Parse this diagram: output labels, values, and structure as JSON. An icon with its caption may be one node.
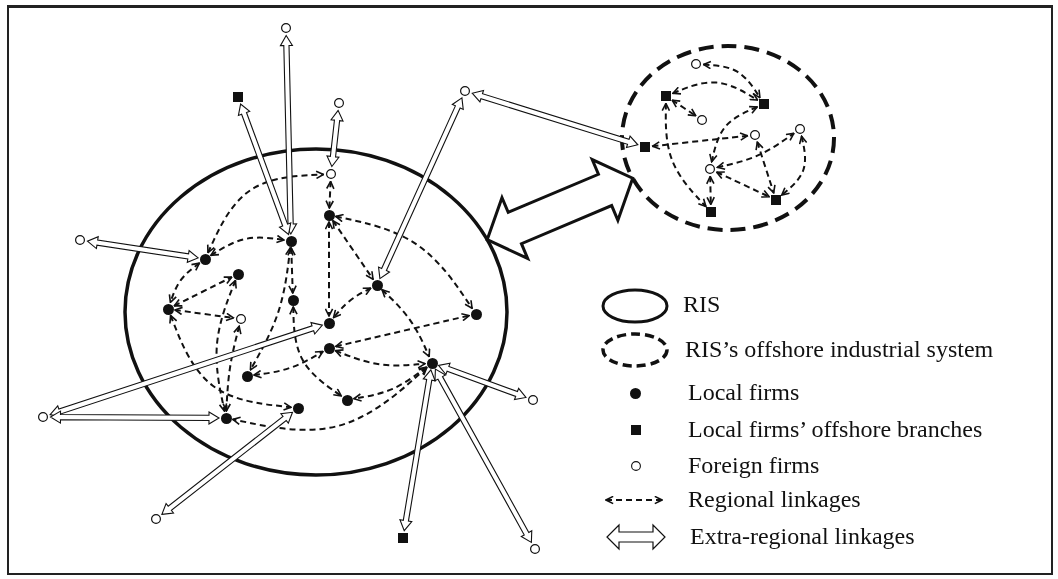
{
  "diagram": {
    "nodes": [
      {
        "text": [],
        "shape": "ellipse"
      },
      {
        "text": [],
        "shape": "ellipse"
      },
      {
        "text": [],
        "shape": "circle",
        "in": 0
      },
      {
        "text": [],
        "shape": "dot",
        "in": 0
      },
      {
        "text": [],
        "shape": "dot",
        "in": 0
      },
      {
        "text": [],
        "shape": "dot",
        "in": 0
      },
      {
        "text": [],
        "shape": "dot",
        "in": 0
      },
      {
        "text": [],
        "shape": "dot",
        "in": 0
      },
      {
        "text": [],
        "shape": "dot",
        "in": 0
      },
      {
        "text": [],
        "shape": "dot",
        "in": 0
      },
      {
        "text": [],
        "shape": "dot",
        "in": 0
      },
      {
        "text": [],
        "shape": "circle",
        "in": 0
      },
      {
        "text": [],
        "shape": "dot",
        "in": 0
      },
      {
        "text": [],
        "shape": "dot",
        "in": 0
      },
      {
        "text": [],
        "shape": "dot",
        "in": 0
      },
      {
        "text": [],
        "shape": "dot",
        "in": 0
      },
      {
        "text": [],
        "shape": "dot",
        "in": 0
      },
      {
        "text": [],
        "shape": "dot",
        "in": 0
      },
      {
        "text": [],
        "shape": "dot",
        "in": 0
      },
      {
        "text": [],
        "shape": "circle",
        "in": 1
      },
      {
        "text": [],
        "shape": "square",
        "in": 1
      },
      {
        "text": [],
        "shape": "square",
        "in": 1
      },
      {
        "text": [],
        "shape": "circle",
        "in": 1
      },
      {
        "text": [],
        "shape": "circle",
        "in": 1
      },
      {
        "text": [],
        "shape": "circle",
        "in": 1
      },
      {
        "text": [],
        "shape": "square",
        "in": 1
      },
      {
        "text": [],
        "shape": "circle",
        "in": 1
      },
      {
        "text": [],
        "shape": "square",
        "in": 1
      },
      {
        "text": [],
        "shape": "square",
        "in": 1
      },
      {
        "text": [],
        "shape": "circle"
      },
      {
        "text": [],
        "shape": "circle"
      },
      {
        "text": [],
        "shape": "square"
      },
      {
        "text": [],
        "shape": "circle"
      },
      {
        "text": [],
        "shape": "circle"
      },
      {
        "text": [],
        "shape": "circle"
      },
      {
        "text": [],
        "shape": "circle"
      },
      {
        "text": [],
        "shape": "circle"
      },
      {
        "text": [],
        "shape": "square"
      },
      {
        "text": [],
        "shape": "circle"
      }
    ],
    "edges": [
      {
        "from": 5,
        "to": 2,
        "arrow": "both"
      },
      {
        "from": 5,
        "to": 4,
        "arrow": "both"
      },
      {
        "from": 2,
        "to": 3,
        "arrow": "both"
      },
      {
        "from": 3,
        "to": 7,
        "arrow": "both"
      },
      {
        "from": 3,
        "to": 10,
        "arrow": "both"
      },
      {
        "from": 4,
        "to": 8,
        "arrow": "both"
      },
      {
        "from": 4,
        "to": 15,
        "arrow": "both"
      },
      {
        "from": 9,
        "to": 6,
        "arrow": "both"
      },
      {
        "from": 6,
        "to": 18,
        "arrow": "both"
      },
      {
        "from": 5,
        "to": 9,
        "arrow": "both"
      },
      {
        "from": 3,
        "to": 12,
        "arrow": "both"
      },
      {
        "from": 7,
        "to": 12,
        "arrow": "both"
      },
      {
        "from": 7,
        "to": 14,
        "arrow": "both"
      },
      {
        "from": 8,
        "to": 16,
        "arrow": "both"
      },
      {
        "from": 9,
        "to": 11,
        "arrow": "both"
      },
      {
        "from": 9,
        "to": 17,
        "arrow": "both"
      },
      {
        "from": 11,
        "to": 18,
        "arrow": "both"
      },
      {
        "from": 15,
        "to": 13,
        "arrow": "both"
      },
      {
        "from": 13,
        "to": 10,
        "arrow": "both"
      },
      {
        "from": 13,
        "to": 14,
        "arrow": "both"
      },
      {
        "from": 14,
        "to": 16,
        "arrow": "both"
      },
      {
        "from": 14,
        "to": 18,
        "arrow": "both"
      },
      {
        "from": 19,
        "to": 21,
        "arrow": "both"
      },
      {
        "from": 20,
        "to": 21,
        "arrow": "both"
      },
      {
        "from": 20,
        "to": 22,
        "arrow": "both"
      },
      {
        "from": 20,
        "to": 28,
        "arrow": "both"
      },
      {
        "from": 25,
        "to": 24,
        "arrow": "both"
      },
      {
        "from": 21,
        "to": 26,
        "arrow": "both"
      },
      {
        "from": 26,
        "to": 23,
        "arrow": "both"
      },
      {
        "from": 26,
        "to": 28,
        "arrow": "both"
      },
      {
        "from": 26,
        "to": 27,
        "arrow": "both"
      },
      {
        "from": 24,
        "to": 27,
        "arrow": "both"
      },
      {
        "from": 23,
        "to": 27,
        "arrow": "both"
      },
      {
        "from": 29,
        "to": 4,
        "arrow": "both",
        "style": "thick"
      },
      {
        "from": 31,
        "to": 4,
        "arrow": "both",
        "style": "thick"
      },
      {
        "from": 32,
        "to": 2,
        "arrow": "both",
        "style": "thick"
      },
      {
        "from": 30,
        "to": 7,
        "arrow": "both",
        "style": "thick"
      },
      {
        "from": 30,
        "to": 25,
        "arrow": "both",
        "style": "thick"
      },
      {
        "from": 33,
        "to": 5,
        "arrow": "both",
        "style": "thick"
      },
      {
        "from": 35,
        "to": 12,
        "arrow": "both",
        "style": "thick"
      },
      {
        "from": 35,
        "to": 18,
        "arrow": "both",
        "style": "thick"
      },
      {
        "from": 36,
        "to": 17,
        "arrow": "both",
        "style": "thick"
      },
      {
        "from": 14,
        "to": 34,
        "arrow": "both",
        "style": "thick"
      },
      {
        "from": 14,
        "to": 37,
        "arrow": "both",
        "style": "thick"
      },
      {
        "from": 14,
        "to": 38,
        "arrow": "both",
        "style": "thick"
      },
      {
        "from": 0,
        "to": 1,
        "arrow": "both",
        "style": "thick"
      }
    ],
    "legend": [
      {
        "text": "RIS"
      },
      {
        "text": "RIS’s offshore industrial system"
      },
      {
        "text": "Local firms"
      },
      {
        "text": "Local firms’ offshore branches"
      },
      {
        "text": "Foreign firms"
      },
      {
        "text": "Regional linkages"
      },
      {
        "text": "Extra-regional linkages"
      }
    ]
  }
}
